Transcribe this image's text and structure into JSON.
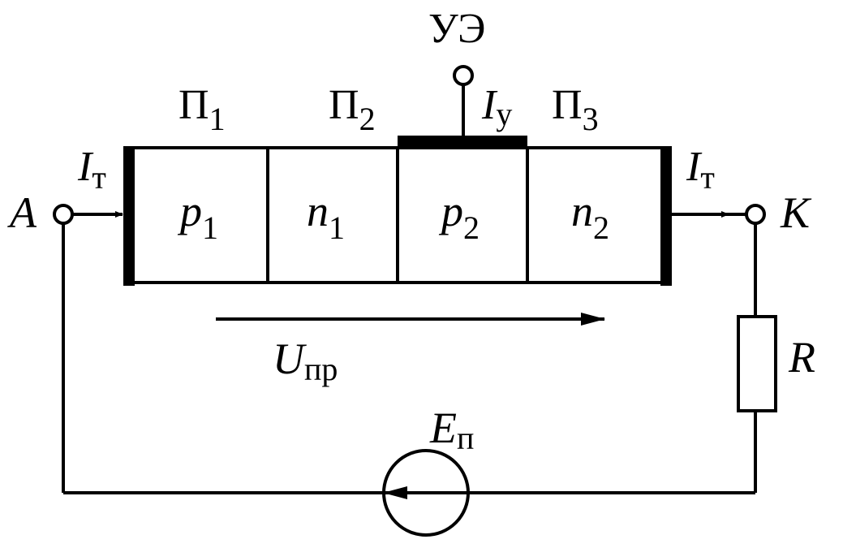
{
  "labels": {
    "control_electrode": "УЭ",
    "junction_1": {
      "main": "П",
      "sub": "1"
    },
    "junction_2": {
      "main": "П",
      "sub": "2"
    },
    "junction_3": {
      "main": "П",
      "sub": "3"
    },
    "current_in": {
      "main": "I",
      "sub": "т"
    },
    "current_out": {
      "main": "I",
      "sub": "т"
    },
    "current_control": {
      "main": "I",
      "sub": "у"
    },
    "anode": "A",
    "cathode": "K",
    "region_p1": {
      "main": "p",
      "sub": "1"
    },
    "region_n1": {
      "main": "n",
      "sub": "1"
    },
    "region_p2": {
      "main": "p",
      "sub": "2"
    },
    "region_n2": {
      "main": "n",
      "sub": "2"
    },
    "forward_voltage": {
      "main": "U",
      "sub": "пр"
    },
    "resistor": "R",
    "source": {
      "main": "E",
      "sub": "п"
    }
  },
  "colors": {
    "ink": "#000000",
    "background": "#ffffff"
  }
}
